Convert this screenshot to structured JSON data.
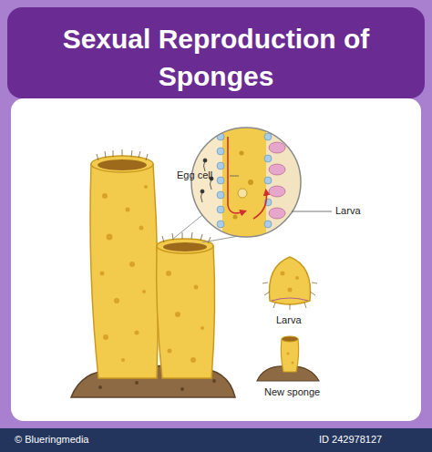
{
  "diagram": {
    "title": "Sexual Reproduction of Sponges",
    "labels": [
      "Egg cell",
      "Larva",
      "Larva",
      "New sponge",
      "ID 242978127",
      "© Blueringmedia"
    ]
  }
}
